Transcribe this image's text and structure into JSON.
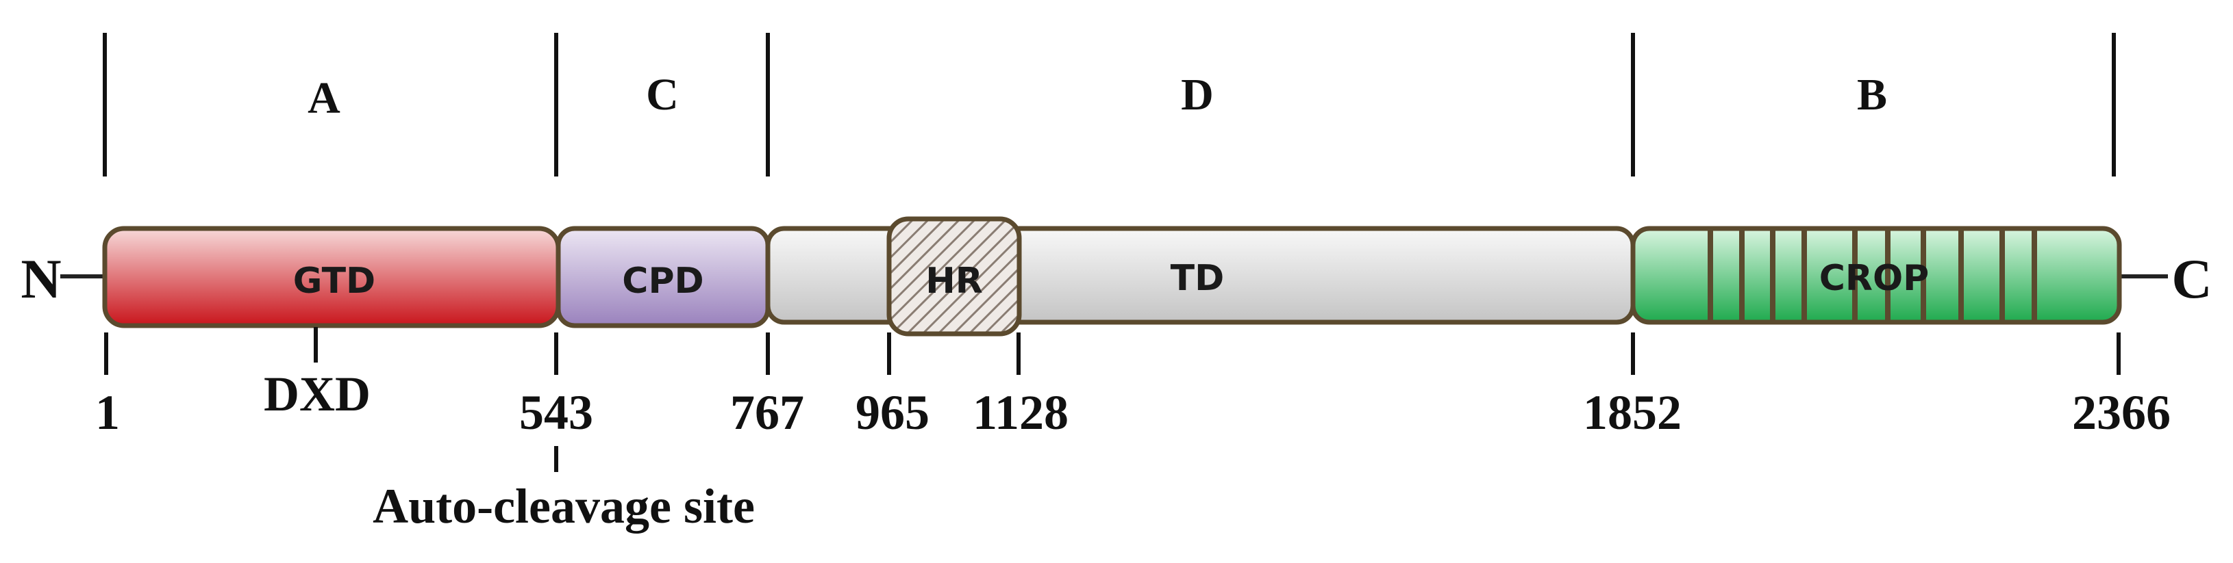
{
  "terminals": {
    "n": "N",
    "c": "C"
  },
  "regions": [
    {
      "label": "A"
    },
    {
      "label": "C"
    },
    {
      "label": "D"
    },
    {
      "label": "B"
    }
  ],
  "domains": {
    "gtd": "GTD",
    "cpd": "CPD",
    "hr": "HR",
    "td": "TD",
    "crop": "CROP"
  },
  "positions": [
    "1",
    "543",
    "767",
    "965",
    "1128",
    "1852",
    "2366"
  ],
  "annotations": {
    "motif": "DXD",
    "cleavage": "Auto-cleavage site"
  },
  "colors": {
    "outline": "#5b4a2e",
    "gtd_top": "#f7d9d9",
    "gtd_bottom": "#c9151c",
    "cpd_top": "#ece6f3",
    "cpd_bottom": "#9a82bd",
    "td_top": "#f8f8f8",
    "td_bottom": "#c4c4c4",
    "crop_top": "#d9f5e0",
    "crop_bottom": "#1faa4e"
  }
}
